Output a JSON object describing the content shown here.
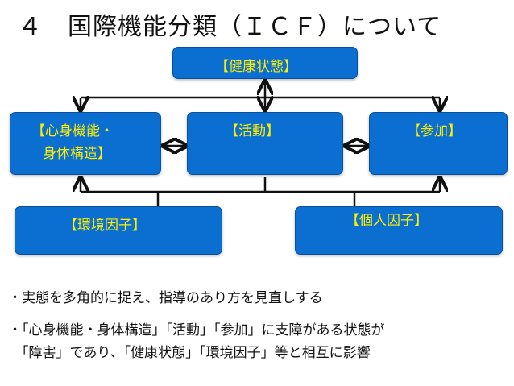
{
  "title": "４　国際機能分類（ＩＣＦ）について",
  "nodes": {
    "health": "【健康状態】",
    "body_line1": "【心身機能・",
    "body_line2": "身体構造】",
    "activity": "【活動】",
    "participation": "【参加】",
    "environment": "【環境因子】",
    "personal": "【個人因子】"
  },
  "bullets": [
    "・実態を多角的に捉え、指導のあり方を見直しする",
    "・「心身機能・身体構造」「活動」「参加」に支障がある状態が",
    "　「障害」であり、「健康状態」「環境因子」等と相互に影響"
  ],
  "colors": {
    "box": "#0b6fd1",
    "label": "#ffee00",
    "line": "#111111"
  }
}
